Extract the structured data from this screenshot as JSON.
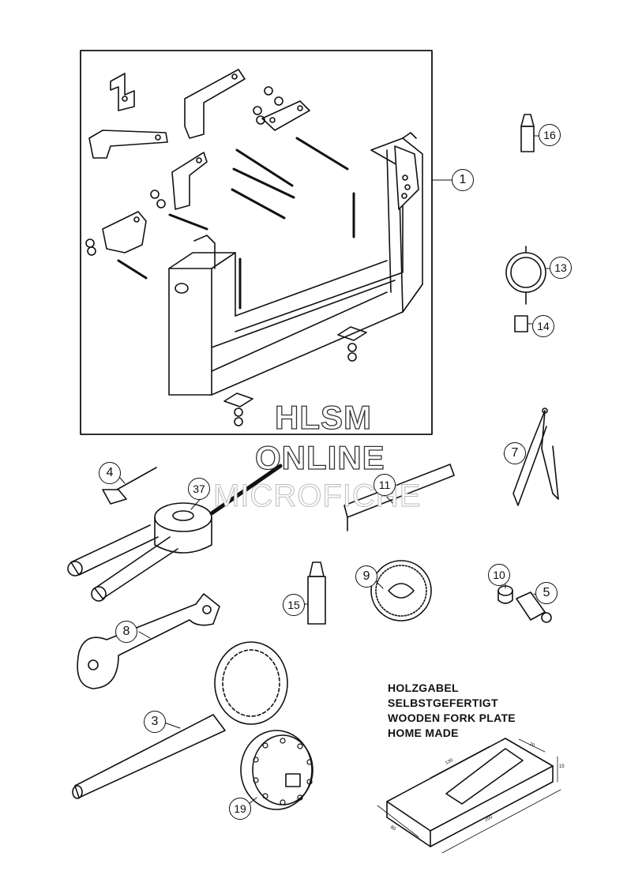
{
  "callouts": {
    "c1": "1",
    "c3": "3",
    "c4": "4",
    "c5": "5",
    "c7": "7",
    "c8": "8",
    "c9": "9",
    "c10": "10",
    "c11": "11",
    "c13": "13",
    "c14": "14",
    "c15": "15",
    "c16": "16",
    "c19": "19",
    "c37": "37"
  },
  "watermark": {
    "line1": "HLSM",
    "line2": "ONLINE",
    "line3": "MICROFICHE"
  },
  "fork_plate": {
    "lines": [
      "HOLZGABEL",
      "SELBSTGEFERTIGT",
      "WOODEN FORK PLATE",
      "HOME MADE"
    ],
    "dimensions": {
      "d130": "130",
      "d20": "20",
      "d15": "15",
      "d200": "200",
      "d80": "80"
    }
  }
}
